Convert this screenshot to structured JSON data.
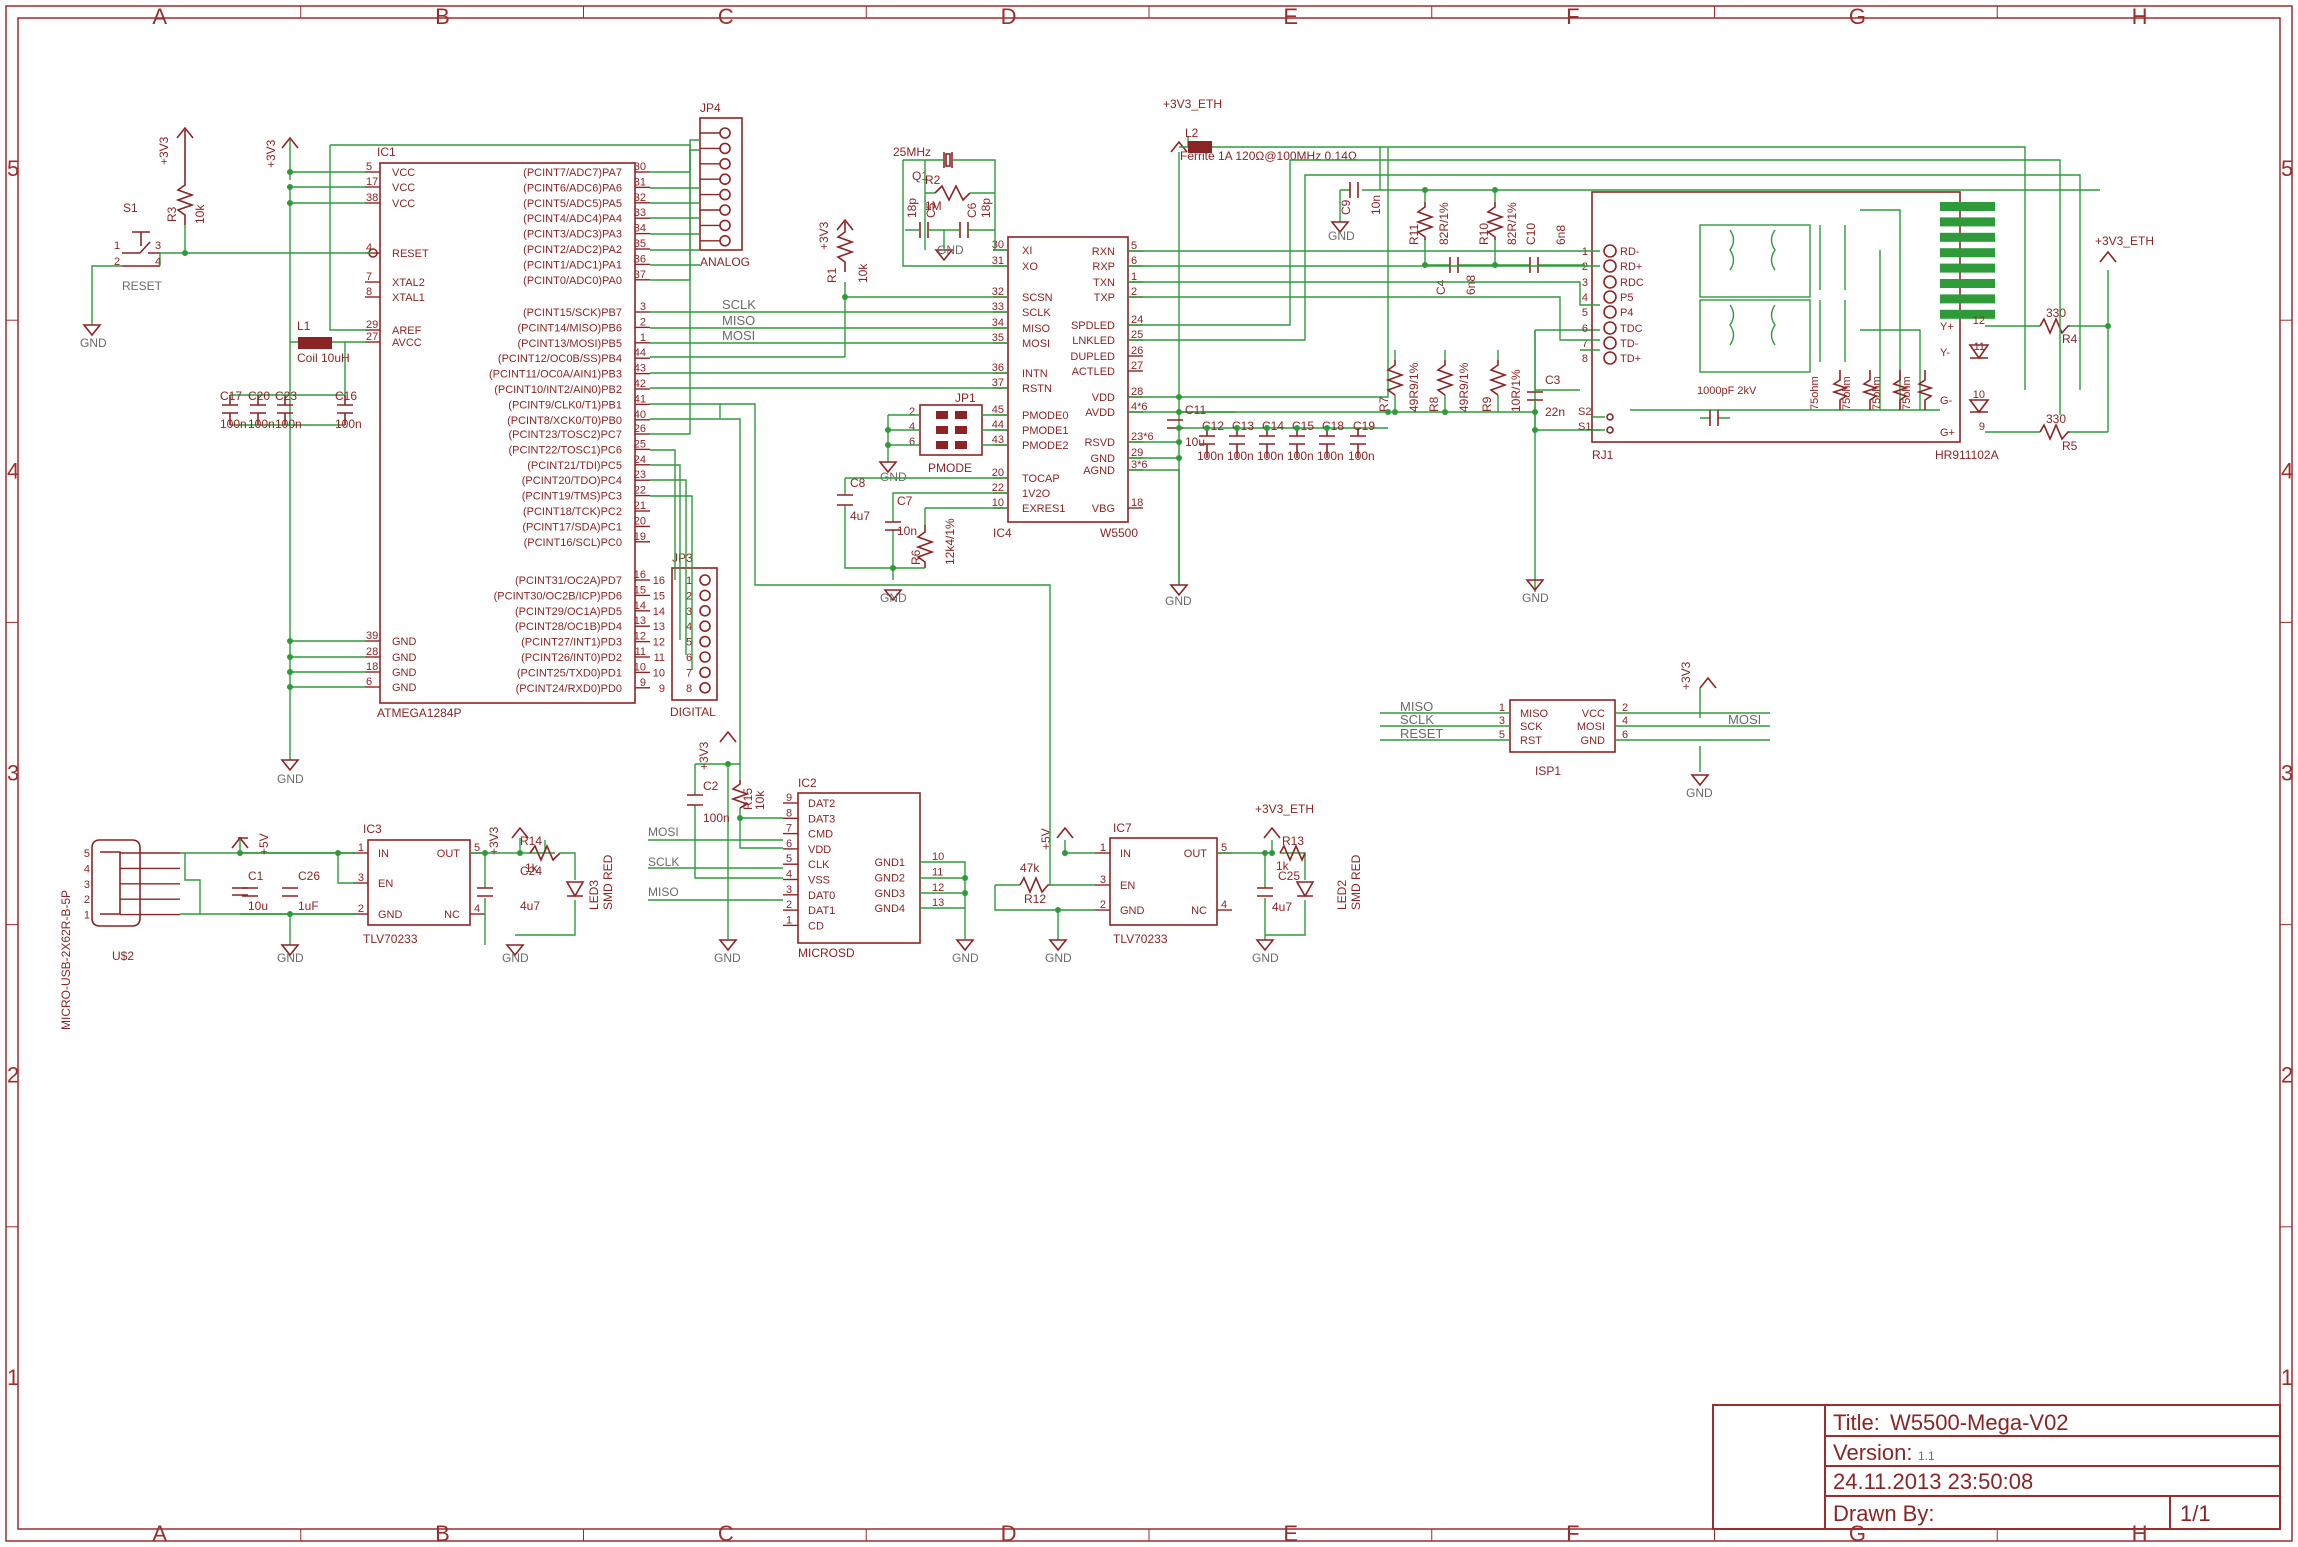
{
  "frame": {
    "cols": [
      "A",
      "B",
      "C",
      "D",
      "E",
      "F",
      "G",
      "H"
    ],
    "rows": [
      "5",
      "4",
      "3",
      "2",
      "1"
    ]
  },
  "title_block": {
    "title_label": "Title:",
    "title": "W5500-Mega-V02",
    "version_label": "Version:",
    "version": "1.1",
    "datetime": "24.11.2013 23:50:08",
    "drawn_label": "Drawn By:",
    "sheet": "1/1"
  },
  "ic1": {
    "ref": "IC1",
    "value": "ATMEGA1284P",
    "left_pins": [
      {
        "num": "5",
        "name": "VCC"
      },
      {
        "num": "17",
        "name": "VCC"
      },
      {
        "num": "38",
        "name": "VCC"
      },
      {
        "num": "4",
        "name": "RESET"
      },
      {
        "num": "7",
        "name": "XTAL2"
      },
      {
        "num": "8",
        "name": "XTAL1"
      },
      {
        "num": "29",
        "name": "AREF"
      },
      {
        "num": "27",
        "name": "AVCC"
      },
      {
        "num": "39",
        "name": "GND"
      },
      {
        "num": "28",
        "name": "GND"
      },
      {
        "num": "18",
        "name": "GND"
      },
      {
        "num": "6",
        "name": "GND"
      }
    ],
    "right_pins": [
      {
        "num": "30",
        "name": "(PCINT7/ADC7)PA7"
      },
      {
        "num": "31",
        "name": "(PCINT6/ADC6)PA6"
      },
      {
        "num": "32",
        "name": "(PCINT5/ADC5)PA5"
      },
      {
        "num": "33",
        "name": "(PCINT4/ADC4)PA4"
      },
      {
        "num": "34",
        "name": "(PCINT3/ADC3)PA3"
      },
      {
        "num": "35",
        "name": "(PCINT2/ADC2)PA2"
      },
      {
        "num": "36",
        "name": "(PCINT1/ADC1)PA1"
      },
      {
        "num": "37",
        "name": "(PCINT0/ADC0)PA0"
      },
      {
        "num": "3",
        "name": "(PCINT15/SCK)PB7"
      },
      {
        "num": "2",
        "name": "(PCINT14/MISO)PB6"
      },
      {
        "num": "1",
        "name": "(PCINT13/MOSI)PB5"
      },
      {
        "num": "44",
        "name": "(PCINT12/OC0B/SS)PB4"
      },
      {
        "num": "43",
        "name": "(PCINT11/OC0A/AIN1)PB3"
      },
      {
        "num": "42",
        "name": "(PCINT10/INT2/AIN0)PB2"
      },
      {
        "num": "41",
        "name": "(PCINT9/CLK0/T1)PB1"
      },
      {
        "num": "40",
        "name": "(PCINT8/XCK0/T0)PB0"
      },
      {
        "num": "26",
        "name": "(PCINT23/TOSC2)PC7"
      },
      {
        "num": "25",
        "name": "(PCINT22/TOSC1)PC6"
      },
      {
        "num": "24",
        "name": "(PCINT21/TDI)PC5"
      },
      {
        "num": "23",
        "name": "(PCINT20/TDO)PC4"
      },
      {
        "num": "22",
        "name": "(PCINT19/TMS)PC3"
      },
      {
        "num": "21",
        "name": "(PCINT18/TCK)PC2"
      },
      {
        "num": "20",
        "name": "(PCINT17/SDA)PC1"
      },
      {
        "num": "19",
        "name": "(PCINT16/SCL)PC0"
      },
      {
        "num": "16",
        "name": "(PCINT31/OC2A)PD7"
      },
      {
        "num": "15",
        "name": "(PCINT30/OC2B/ICP)PD6"
      },
      {
        "num": "14",
        "name": "(PCINT29/OC1A)PD5"
      },
      {
        "num": "13",
        "name": "(PCINT28/OC1B)PD4"
      },
      {
        "num": "12",
        "name": "(PCINT27/INT1)PD3"
      },
      {
        "num": "11",
        "name": "(PCINT26/INT0)PD2"
      },
      {
        "num": "10",
        "name": "(PCINT25/TXD0)PD1"
      },
      {
        "num": "9",
        "name": "(PCINT24/RXD0)PD0"
      }
    ]
  },
  "ic4": {
    "ref": "IC4",
    "value": "W5500",
    "left_pins": [
      {
        "num": "30",
        "name": "XI"
      },
      {
        "num": "31",
        "name": "XO"
      },
      {
        "num": "32",
        "name": "SCSN"
      },
      {
        "num": "33",
        "name": "SCLK"
      },
      {
        "num": "34",
        "name": "MISO"
      },
      {
        "num": "35",
        "name": "MOSI"
      },
      {
        "num": "36",
        "name": "INTN"
      },
      {
        "num": "37",
        "name": "RSTN"
      },
      {
        "num": "45",
        "name": "PMODE0"
      },
      {
        "num": "44",
        "name": "PMODE1"
      },
      {
        "num": "43",
        "name": "PMODE2"
      },
      {
        "num": "20",
        "name": "TOCAP"
      },
      {
        "num": "22",
        "name": "1V2O"
      },
      {
        "num": "10",
        "name": "EXRES1"
      }
    ],
    "right_pins": [
      {
        "num": "5",
        "name": "RXN"
      },
      {
        "num": "6",
        "name": "RXP"
      },
      {
        "num": "1",
        "name": "TXN"
      },
      {
        "num": "2",
        "name": "TXP"
      },
      {
        "num": "24",
        "name": "SPDLED"
      },
      {
        "num": "25",
        "name": "LNKLED"
      },
      {
        "num": "26",
        "name": "DUPLED"
      },
      {
        "num": "27",
        "name": "ACTLED"
      },
      {
        "num": "28",
        "name": "VDD"
      },
      {
        "num": "4*6",
        "name": "AVDD"
      },
      {
        "num": "23*6",
        "name": "RSVD"
      },
      {
        "num": "29",
        "name": "GND"
      },
      {
        "num": "3*6",
        "name": "AGND"
      },
      {
        "num": "18",
        "name": "VBG"
      }
    ]
  },
  "jp4": {
    "ref": "JP4",
    "value": "ANALOG"
  },
  "jp3": {
    "ref": "JP3",
    "value": "DIGITAL",
    "pins": [
      "16",
      "15",
      "14",
      "13",
      "12",
      "11",
      "10",
      "9"
    ],
    "contacts": [
      "1",
      "2",
      "3",
      "4",
      "5",
      "6",
      "7",
      "8"
    ]
  },
  "jp1": {
    "ref": "JP1",
    "value": "PMODE",
    "pins": [
      "2",
      "4",
      "6"
    ]
  },
  "reset": {
    "ref": "S1",
    "value": "RESET",
    "pins": [
      "1",
      "2",
      "3",
      "4"
    ]
  },
  "r3": {
    "ref": "R3",
    "value": "10k"
  },
  "l1": {
    "ref": "L1",
    "value": "Coil 10uH"
  },
  "ic1_caps": [
    {
      "ref": "C17",
      "value": "100n"
    },
    {
      "ref": "C20",
      "value": "100n"
    },
    {
      "ref": "C23",
      "value": "100n"
    },
    {
      "ref": "C16",
      "value": "100n"
    }
  ],
  "crystal": {
    "ref": "Q1",
    "value": "25MHz",
    "r2": "R2",
    "r2v": "1M",
    "c5": "C5",
    "c5v": "18p",
    "c6": "C6",
    "c6v": "18p"
  },
  "r1": {
    "ref": "R1",
    "value": "10k"
  },
  "c8": {
    "ref": "C8",
    "value": "4u7"
  },
  "c7": {
    "ref": "C7",
    "value": "10n"
  },
  "r6": {
    "ref": "R6",
    "value": "12k4/1%"
  },
  "l2": {
    "ref": "L2",
    "value": "Ferrite 1A 120Ω@100MHz 0.14Ω"
  },
  "eth_caps": [
    {
      "ref": "C11",
      "value": "10u"
    },
    {
      "ref": "C12",
      "value": "100n"
    },
    {
      "ref": "C13",
      "value": "100n"
    },
    {
      "ref": "C14",
      "value": "100n"
    },
    {
      "ref": "C15",
      "value": "100n"
    },
    {
      "ref": "C18",
      "value": "100n"
    },
    {
      "ref": "C19",
      "value": "100n"
    }
  ],
  "c9": {
    "ref": "C9",
    "value": "10n"
  },
  "r11": {
    "ref": "R11",
    "value": "82R/1%"
  },
  "r10": {
    "ref": "R10",
    "value": "82R/1%"
  },
  "c4": {
    "ref": "C4",
    "value": "6n8"
  },
  "c10": {
    "ref": "C10",
    "value": "6n8"
  },
  "r7": {
    "ref": "R7",
    "value": "49R9/1%"
  },
  "r8": {
    "ref": "R8",
    "value": "49R9/1%"
  },
  "r9": {
    "ref": "R9",
    "value": "10R/1%"
  },
  "c3": {
    "ref": "C3",
    "value": "22n"
  },
  "rj1": {
    "ref": "RJ1",
    "value": "HR911102A",
    "pins": [
      "RD-",
      "RD+",
      "RDC",
      "P5",
      "P4",
      "TDC",
      "TD-",
      "TD+"
    ],
    "pin_nums": [
      "1",
      "2",
      "3",
      "4",
      "5",
      "6",
      "7",
      "8"
    ],
    "side": [
      "S1",
      "S2"
    ],
    "led": [
      "Y+",
      "Y-",
      "G-",
      "G+"
    ],
    "led_nums": [
      "12",
      "11",
      "10",
      "9"
    ],
    "cap": "1000pF 2kV",
    "res": [
      "75ohm",
      "75ohm",
      "75ohm",
      "75ohm"
    ]
  },
  "r4": {
    "ref": "R4",
    "value": "330"
  },
  "r5": {
    "ref": "R5",
    "value": "330"
  },
  "isp": {
    "ref": "ISP1",
    "left": [
      {
        "num": "1",
        "name": "MISO"
      },
      {
        "num": "3",
        "name": "SCK"
      },
      {
        "num": "5",
        "name": "RST"
      }
    ],
    "right": [
      {
        "num": "2",
        "name": "VCC"
      },
      {
        "num": "4",
        "name": "MOSI"
      },
      {
        "num": "6",
        "name": "GND"
      }
    ],
    "nets_left": [
      "MISO",
      "SCLK",
      "RESET"
    ],
    "net_right": "MOSI"
  },
  "usb": {
    "ref": "U$2",
    "value": "MICRO-USB-2X62R-B-5P",
    "pins": [
      "5",
      "4",
      "3",
      "2",
      "1"
    ]
  },
  "ic3": {
    "ref": "IC3",
    "value": "TLV70233",
    "pins": [
      {
        "num": "1",
        "name": "IN"
      },
      {
        "num": "3",
        "name": "EN"
      },
      {
        "num": "2",
        "name": "GND"
      },
      {
        "num": "5",
        "name": "OUT"
      },
      {
        "num": "4",
        "name": "NC"
      }
    ]
  },
  "c1": {
    "ref": "C1",
    "value": "10u"
  },
  "c26": {
    "ref": "C26",
    "value": "1uF"
  },
  "r14": {
    "ref": "R14",
    "value": "1k"
  },
  "c24": {
    "ref": "C24",
    "value": "4u7"
  },
  "led3": {
    "ref": "LED3",
    "value": "SMD RED"
  },
  "ic2": {
    "ref": "IC2",
    "value": "MICROSD",
    "left": [
      {
        "num": "9",
        "name": "DAT2"
      },
      {
        "num": "8",
        "name": "DAT3"
      },
      {
        "num": "7",
        "name": "CMD"
      },
      {
        "num": "6",
        "name": "VDD"
      },
      {
        "num": "5",
        "name": "CLK"
      },
      {
        "num": "4",
        "name": "VSS"
      },
      {
        "num": "3",
        "name": "DAT0"
      },
      {
        "num": "2",
        "name": "DAT1"
      },
      {
        "num": "1",
        "name": "CD"
      }
    ],
    "right": [
      {
        "num": "10",
        "name": "GND1"
      },
      {
        "num": "11",
        "name": "GND2"
      },
      {
        "num": "12",
        "name": "GND3"
      },
      {
        "num": "13",
        "name": "GND4"
      }
    ],
    "nets": [
      "MOSI",
      "SCLK",
      "MISO"
    ]
  },
  "c2": {
    "ref": "C2",
    "value": "100n"
  },
  "r15": {
    "ref": "R15",
    "value": "10k"
  },
  "r12": {
    "ref": "R12",
    "value": "47k"
  },
  "ic7": {
    "ref": "IC7",
    "value": "TLV70233",
    "pins": [
      {
        "num": "1",
        "name": "IN"
      },
      {
        "num": "3",
        "name": "EN"
      },
      {
        "num": "2",
        "name": "GND"
      },
      {
        "num": "5",
        "name": "OUT"
      },
      {
        "num": "4",
        "name": "NC"
      }
    ]
  },
  "r13": {
    "ref": "R13",
    "value": "1k"
  },
  "c25": {
    "ref": "C25",
    "value": "4u7"
  },
  "led2": {
    "ref": "LED2",
    "value": "SMD RED"
  },
  "nets": {
    "p3v3": "+3V3",
    "p3v3eth": "+3V3_ETH",
    "p5v": "+5V",
    "gnd": "GND",
    "sclk": "SCLK",
    "miso": "MISO",
    "mosi": "MOSI"
  }
}
